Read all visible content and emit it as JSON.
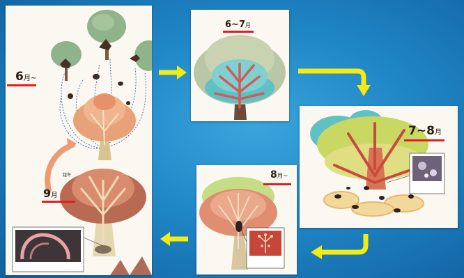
{
  "labels": {
    "june_start": {
      "num": "6",
      "unit": "月~"
    },
    "june_july": {
      "num": "6~7",
      "unit": "月"
    },
    "july_aug": {
      "num": "7~8",
      "unit": "月"
    },
    "aug": {
      "num": "8",
      "unit": "月~"
    },
    "sep": {
      "num": "9",
      "unit": "月"
    }
  },
  "colors": {
    "background": "#1f86c6",
    "arrow": "#f4ec10",
    "underline": "#e01e22"
  }
}
